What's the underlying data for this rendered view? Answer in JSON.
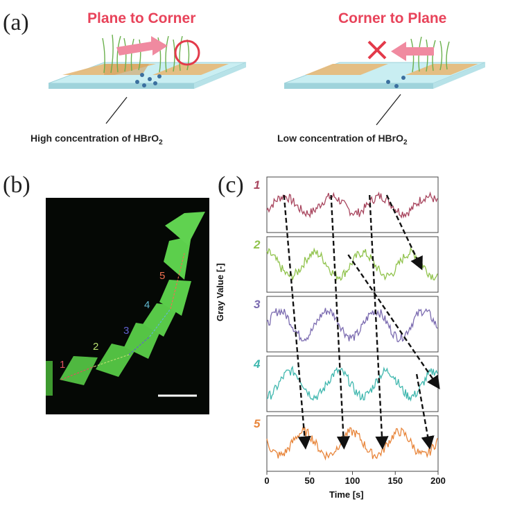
{
  "panel_a": {
    "letter": "(a)",
    "left_title": "Plane to Corner",
    "right_title": "Corner to Plane",
    "left_caption_main": "High concentration of HBrO",
    "left_caption_sub": "2",
    "right_caption_main": "Low concentration of HBrO",
    "right_caption_sub": "2"
  },
  "panel_b": {
    "letter": "(b)",
    "labels": [
      {
        "text": "1",
        "color": "#e05060"
      },
      {
        "text": "2",
        "color": "#b8e070"
      },
      {
        "text": "3",
        "color": "#6060d0"
      },
      {
        "text": "4",
        "color": "#60b8d0"
      },
      {
        "text": "5",
        "color": "#f07050"
      }
    ]
  },
  "panel_c": {
    "letter": "(c)",
    "chart_data": {
      "type": "line",
      "xlabel": "Time [s]",
      "ylabel": "Gray Value [-]",
      "xlim": [
        0,
        200
      ],
      "xticks": [
        0,
        50,
        100,
        150,
        200
      ],
      "series": [
        {
          "name": "1",
          "color": "#a8455e",
          "period": 56,
          "phase": 20,
          "amp": 0.25
        },
        {
          "name": "2",
          "color": "#8fc24a",
          "period": 56,
          "phase": 0,
          "amp": 0.35
        },
        {
          "name": "3",
          "color": "#7b6bb0",
          "period": 56,
          "phase": 15,
          "amp": 0.4
        },
        {
          "name": "4",
          "color": "#3fb7ae",
          "period": 56,
          "phase": 28,
          "amp": 0.38
        },
        {
          "name": "5",
          "color": "#e8853a",
          "period": 56,
          "phase": 43,
          "amp": 0.35
        }
      ],
      "arrows": [
        {
          "from": [
            1,
            20
          ],
          "to": [
            5,
            45
          ]
        },
        {
          "from": [
            1,
            75
          ],
          "to": [
            5,
            90
          ]
        },
        {
          "from": [
            1,
            120
          ],
          "to": [
            5,
            135
          ]
        },
        {
          "from": [
            1,
            140
          ],
          "to": [
            2,
            180
          ]
        },
        {
          "from": [
            2,
            95
          ],
          "to": [
            4,
            200
          ]
        },
        {
          "from": [
            4,
            175
          ],
          "to": [
            5,
            190
          ]
        }
      ]
    }
  }
}
